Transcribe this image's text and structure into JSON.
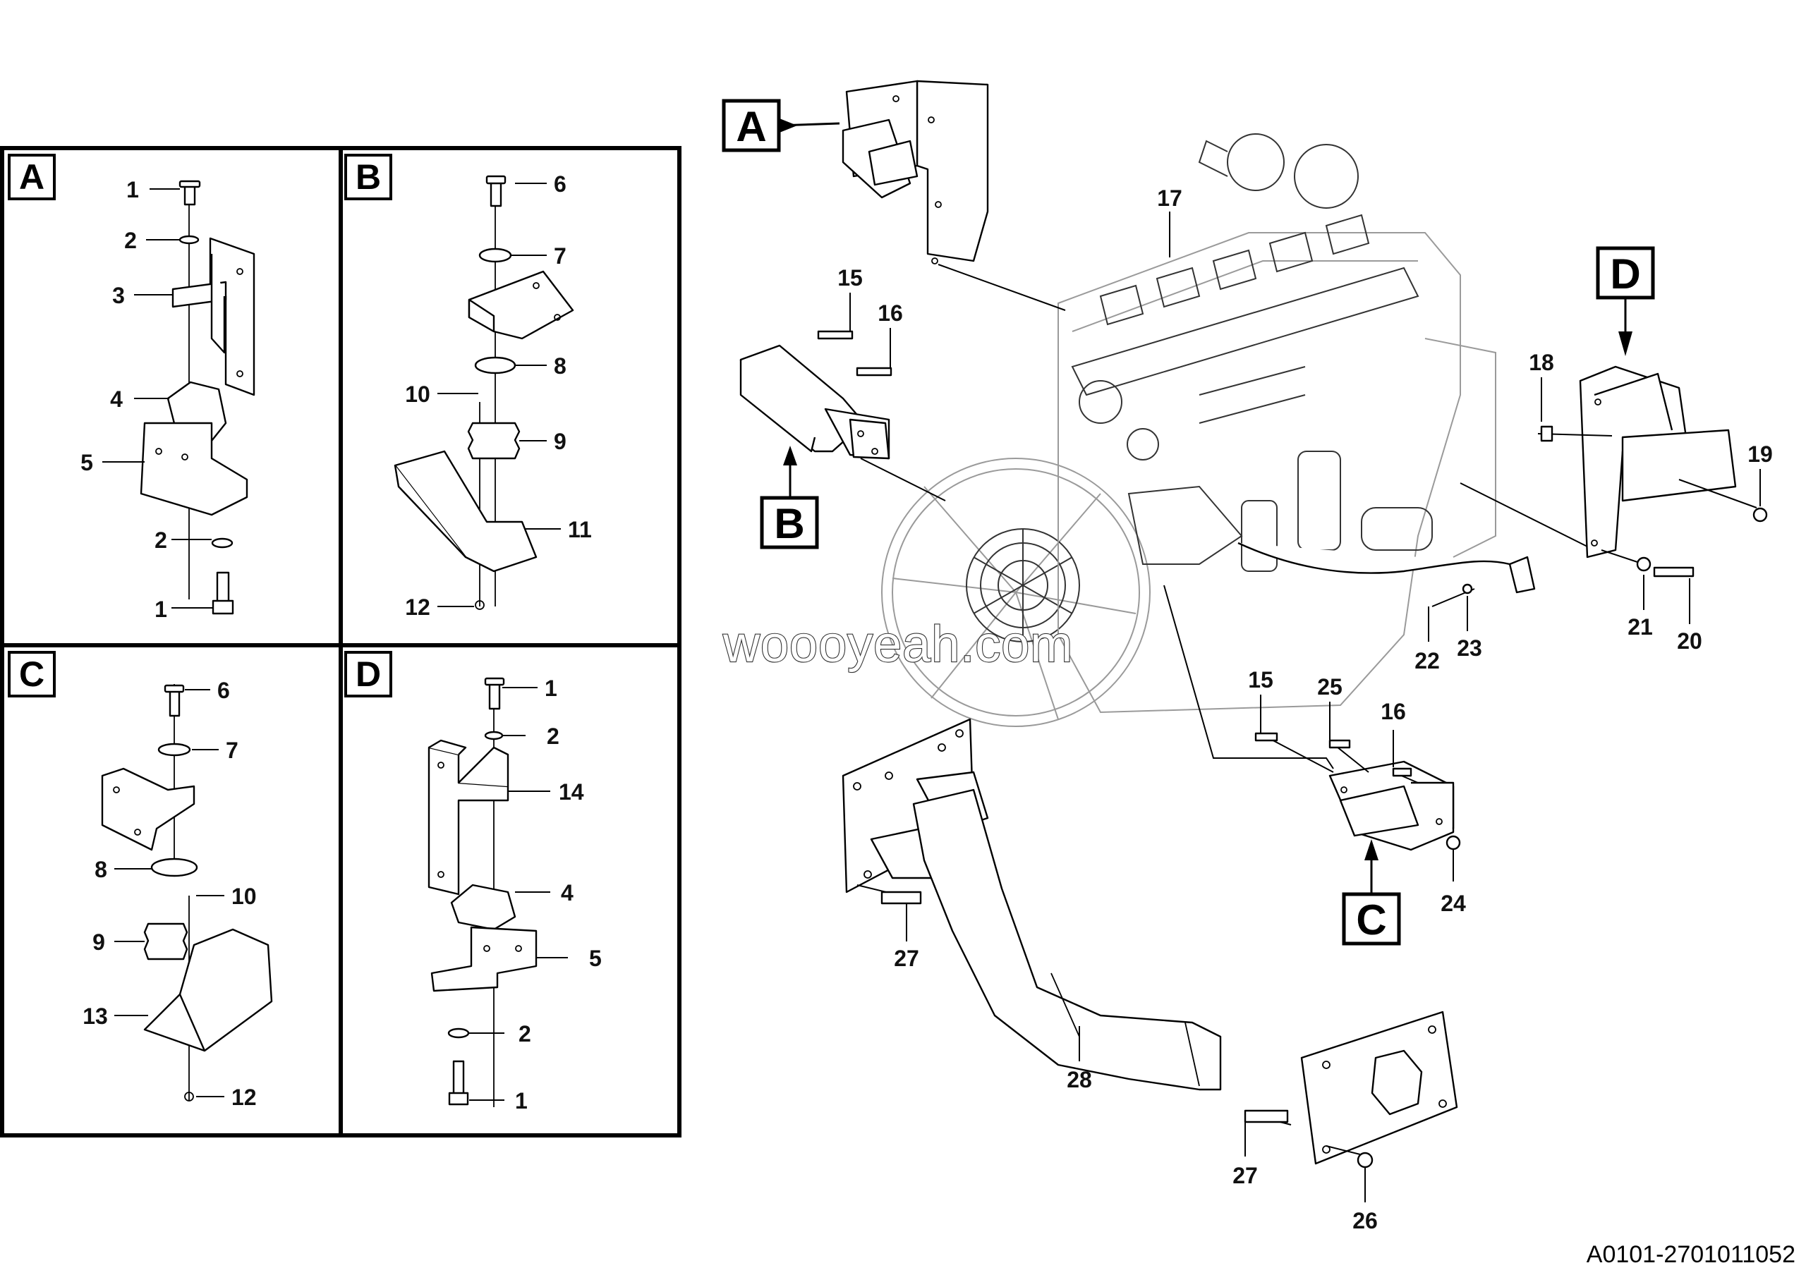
{
  "figure_code": "A0101-2701011052",
  "watermark": "woooyeah.com",
  "panels": {
    "A": {
      "letter": "A",
      "callouts": [
        "1",
        "2",
        "3",
        "4",
        "5",
        "2",
        "1"
      ]
    },
    "B": {
      "letter": "B",
      "callouts": [
        "6",
        "7",
        "8",
        "10",
        "9",
        "11",
        "12"
      ]
    },
    "C": {
      "letter": "C",
      "callouts": [
        "6",
        "7",
        "8",
        "10",
        "9",
        "13",
        "12"
      ]
    },
    "D": {
      "letter": "D",
      "callouts": [
        "1",
        "2",
        "14",
        "4",
        "5",
        "2",
        "1"
      ]
    }
  },
  "main_view": {
    "view_labels": [
      "A",
      "B",
      "C",
      "D"
    ],
    "callouts": {
      "c17": "17",
      "c15a": "15",
      "c16a": "16",
      "c18": "18",
      "c19": "19",
      "c21": "21",
      "c20": "20",
      "c22": "22",
      "c23": "23",
      "c15b": "15",
      "c25": "25",
      "c16b": "16",
      "c24": "24",
      "c27a": "27",
      "c28": "28",
      "c27b": "27",
      "c26": "26"
    }
  }
}
